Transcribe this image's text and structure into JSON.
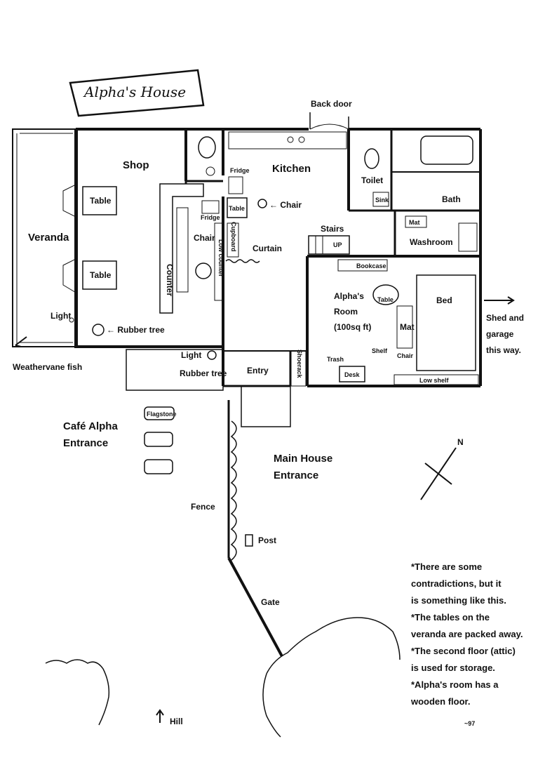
{
  "title": "Alpha's House",
  "rooms": {
    "shop": "Shop",
    "kitchen": "Kitchen",
    "veranda": "Veranda",
    "toilet": "Toilet",
    "bath": "Bath",
    "washroom": "Washroom",
    "alphas_room_1": "Alpha's",
    "alphas_room_2": "Room",
    "alphas_room_3": "(100sq ft)",
    "entry": "Entry"
  },
  "items": {
    "table_1": "Table",
    "table_2": "Table",
    "table_kitchen": "Table",
    "table_room": "Table",
    "counter": "Counter",
    "low_counter": "Low counter",
    "fridge_kitchen": "Fridge",
    "fridge_shop": "Fridge",
    "chair_shop": "Chair",
    "chair_kitchen": "← Chair",
    "chair_room": "Chair",
    "cupboard": "Cupboard",
    "curtain": "Curtain",
    "stairs": "Stairs",
    "up": "UP",
    "sink": "Sink",
    "mat_washroom": "Mat",
    "mat_room": "Mat",
    "bookcase": "Bookcase",
    "bed": "Bed",
    "trash": "Trash",
    "shelf": "Shelf",
    "desk": "Desk",
    "low_shelf": "Low shelf",
    "shoerack": "Shoerack",
    "light_veranda": "Light",
    "light_entry": "Light",
    "rubber_tree_shop": "← Rubber tree",
    "rubber_tree_entry": "Rubber tree",
    "weathervane": "Weathervane fish",
    "back_door": "Back door",
    "flagstone": "Flagstone"
  },
  "outside": {
    "cafe_entrance_1": "Café Alpha",
    "cafe_entrance_2": "Entrance",
    "main_entrance_1": "Main House",
    "main_entrance_2": "Entrance",
    "fence": "Fence",
    "post": "Post",
    "gate": "Gate",
    "hill": "Hill",
    "shed_1": "Shed and",
    "shed_2": "garage",
    "shed_3": "this way.",
    "north": "N"
  },
  "notes": [
    "*There are some",
    "contradictions, but it",
    "is something like this.",
    "*The tables on the",
    "veranda are packed away.",
    "*The second floor (attic)",
    "is used for storage.",
    "*Alpha's room has a",
    "wooden floor."
  ],
  "signature": "~97"
}
